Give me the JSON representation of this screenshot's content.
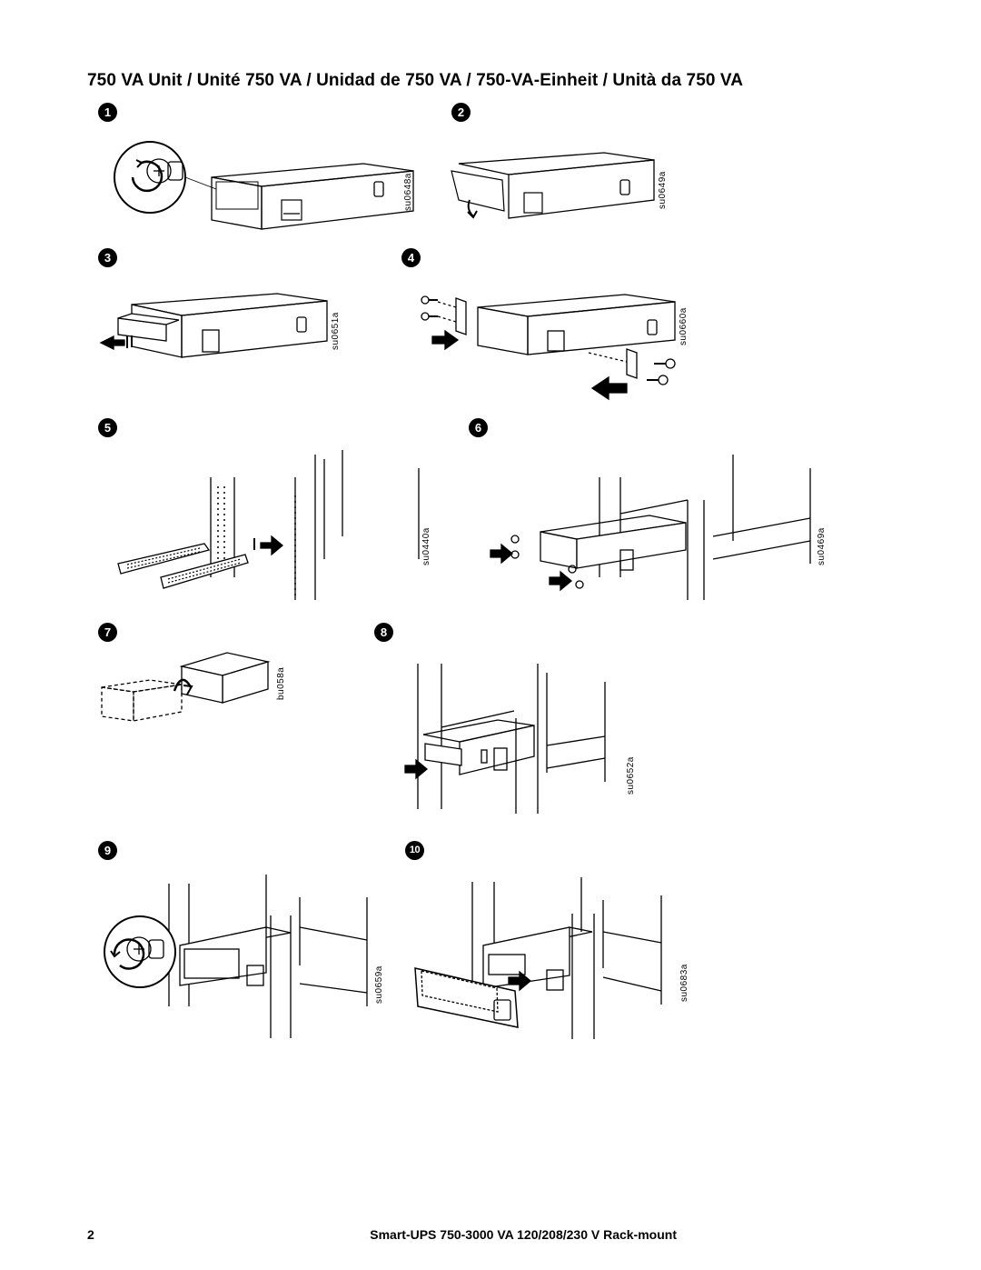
{
  "page": {
    "title": "750 VA Unit / Unité 750 VA / Unidad de 750 VA / 750-VA-Einheit / Unità da 750 VA",
    "footer": {
      "page_number": "2",
      "doc_title": "Smart-UPS 750-3000 VA 120/208/230 V Rack-mount"
    }
  },
  "steps": [
    {
      "number": "1",
      "figure_code": "su0648a"
    },
    {
      "number": "2",
      "figure_code": "su0649a"
    },
    {
      "number": "3",
      "figure_code": "su0651a"
    },
    {
      "number": "4",
      "figure_code": "su0660a"
    },
    {
      "number": "5",
      "figure_code": "su0440a"
    },
    {
      "number": "6",
      "figure_code": "su0469a"
    },
    {
      "number": "7",
      "figure_code": "bu058a"
    },
    {
      "number": "8",
      "figure_code": "su0652a"
    },
    {
      "number": "9",
      "figure_code": "su0659a"
    },
    {
      "number": "10",
      "figure_code": "su0683a"
    }
  ]
}
